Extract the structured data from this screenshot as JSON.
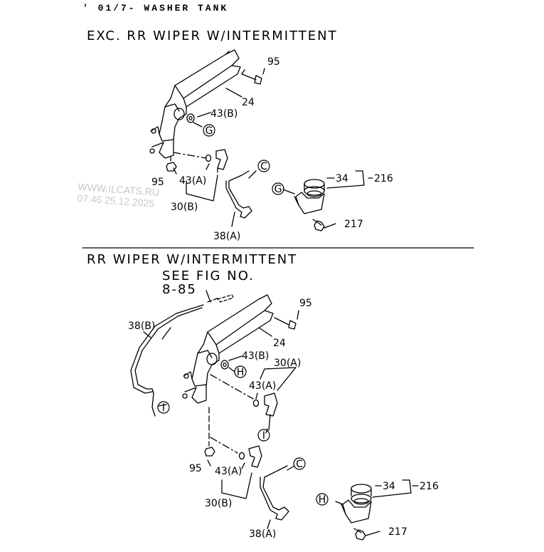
{
  "header": "' 01/7- WASHER TANK",
  "sections": [
    {
      "title": "EXC. RR WIPER W/INTERMITTENT",
      "labels": [
        "95",
        "24",
        "43(B)",
        "95",
        "43(A)",
        "30(B)",
        "38(A)",
        "34",
        "216",
        "217"
      ],
      "callouts": [
        "G",
        "C",
        "G"
      ]
    },
    {
      "title": "RR WIPER W/INTERMITTENT",
      "see_fig": "SEE FIG NO.",
      "see_fig_no": "8-85",
      "labels": [
        "38(B)",
        "95",
        "24",
        "43(B)",
        "30(A)",
        "43(A)",
        "95",
        "43(A)",
        "30(B)",
        "38(A)",
        "34",
        "216",
        "217"
      ],
      "callouts": [
        "H",
        "I",
        "I",
        "C",
        "H"
      ]
    }
  ],
  "watermark": {
    "line1": "WWW.ILCATS.RU",
    "line2": "07:46 25.12.2025"
  }
}
